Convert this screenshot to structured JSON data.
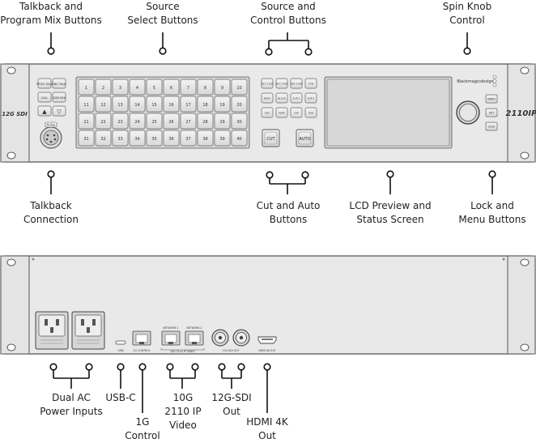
{
  "front_labels": {
    "talkback_program_mix": [
      "Talkback and",
      "Program Mix Buttons"
    ],
    "source_select": [
      "Source",
      "Select Buttons"
    ],
    "source_control": [
      "Source and",
      "Control Buttons"
    ],
    "spin_knob": [
      "Spin Knob",
      "Control"
    ],
    "talkback_connection": [
      "Talkback",
      "Connection"
    ],
    "cut_auto": [
      "Cut and Auto",
      "Buttons"
    ],
    "lcd_preview": [
      "LCD Preview and",
      "Status Screen"
    ],
    "lock_menu": [
      "Lock and",
      "Menu Buttons"
    ]
  },
  "rear_labels": {
    "dual_ac": [
      "Dual AC",
      "Power Inputs"
    ],
    "usb_c": [
      "USB-C"
    ],
    "one_g": [
      "1G",
      "Control"
    ],
    "ten_g": [
      "10G",
      "2110 IP",
      "Video"
    ],
    "sdi": [
      "12G-SDI",
      "Out"
    ],
    "hdmi": [
      "HDMI 4K",
      "Out"
    ]
  },
  "panel": {
    "left_badge": "12G SDI",
    "right_badge": "2110IP",
    "brand": "Blackmagicdesign",
    "xlr_label": "PUSH",
    "talkback_buttons": [
      "PROG TALK",
      "ENG TALK",
      "CALL",
      "SDM MIX"
    ],
    "arrow_buttons": [
      "▲",
      "▽"
    ],
    "source_buttons": [
      "1",
      "2",
      "3",
      "4",
      "5",
      "6",
      "7",
      "8",
      "9",
      "10",
      "11",
      "12",
      "13",
      "14",
      "15",
      "16",
      "17",
      "18",
      "19",
      "20",
      "21",
      "22",
      "23",
      "24",
      "25",
      "26",
      "27",
      "28",
      "29",
      "30",
      "31",
      "32",
      "33",
      "34",
      "35",
      "36",
      "37",
      "38",
      "39",
      "40"
    ],
    "control_buttons": [
      "KEY 1 MIX",
      "KEY 2 MIX",
      "DSK 1 MIX",
      "FTB",
      "BARS",
      "BLACK",
      "SUP 1",
      "SUP 2",
      "MIX",
      "WIPE",
      "DIP",
      "DVE"
    ],
    "cut_label": "CUT",
    "auto_label": "AUTO",
    "side_buttons": [
      "MENU",
      "SET",
      "LOCK"
    ]
  },
  "rear_panel": {
    "usb_text": "USB",
    "ethernet_text": "1G CONTROL",
    "network_1": "NETWORK 1",
    "network_2": "NETWORK 2",
    "network_group": "10G 2110 IP VIDEO",
    "sdi_group": "12G-SDI OUT",
    "hdmi_text": "HDMI 4K OUT"
  }
}
